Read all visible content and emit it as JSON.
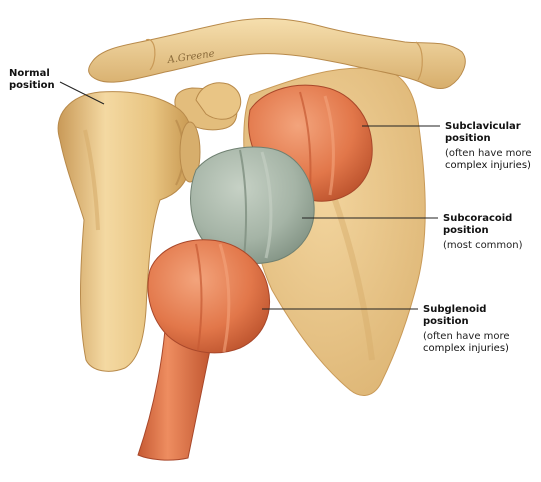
{
  "labels": {
    "normal": {
      "line1": "Normal",
      "line2": "position"
    },
    "subclavicular": {
      "line1": "Subclavicular",
      "line2": "position",
      "note1": "(often have more",
      "note2": "complex injuries)"
    },
    "subcoracoid": {
      "line1": "Subcoracoid",
      "line2": "position",
      "note1": "(most common)"
    },
    "subglenoid": {
      "line1": "Subglenoid",
      "line2": "position",
      "note1": "(often have more",
      "note2": "complex injuries)"
    }
  },
  "signature": "A.Greene",
  "colors": {
    "bone": "#EDCB8C",
    "bone_shadow": "#D2A865",
    "bone_dark": "#B88A4B",
    "dislocated_head": "#E2774A",
    "dislocated_head_dark": "#B84F2A",
    "dislocated_head_light": "#F0A07A",
    "common_head": "#A9B7AA",
    "common_head_dark": "#7F9182",
    "leader_line": "#222222"
  },
  "icons": {
    "figure": "shoulder-dislocation-illustration"
  }
}
